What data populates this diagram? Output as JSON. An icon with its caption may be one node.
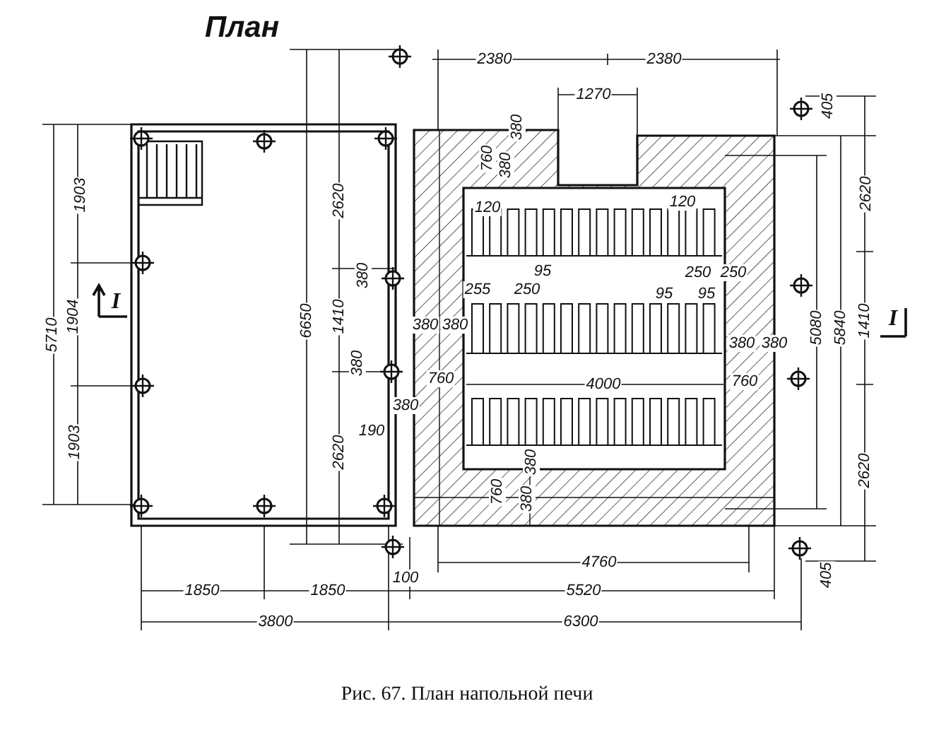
{
  "diagram": {
    "title": "План",
    "caption": "Рис. 67. План напольной печи",
    "labels": [
      "2380",
      "2380",
      "1270",
      "405",
      "380",
      "760",
      "380",
      "1903",
      "2620",
      "120",
      "120",
      "2620",
      "380",
      "95",
      "250",
      "250",
      "255",
      "250",
      "95",
      "95",
      "I",
      "5710",
      "1904",
      "6650",
      "1410",
      "380",
      "380",
      "5080",
      "5840",
      "1410",
      "I",
      "380",
      "380",
      "380",
      "760",
      "4000",
      "760",
      "380",
      "190",
      "1903",
      "2620",
      "380",
      "2620",
      "760",
      "380",
      "4760",
      "100",
      "405",
      "1850",
      "1850",
      "5520",
      "3800",
      "6300"
    ]
  }
}
